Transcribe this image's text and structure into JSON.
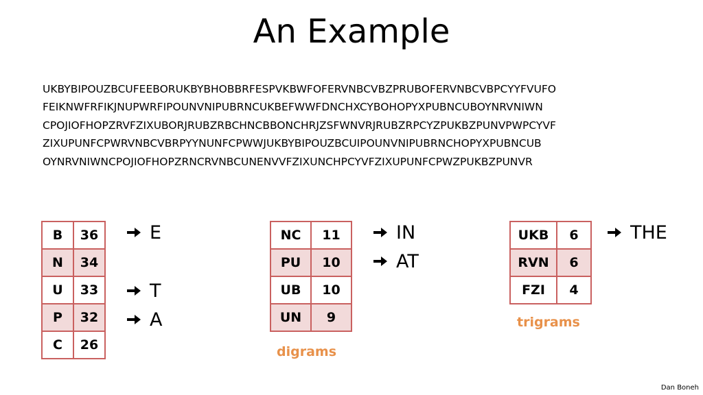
{
  "title": "An Example",
  "ciphertext_lines": [
    "UKBYBIPOUZBCUFEEBORUKBYBHOBBRFESPVKBWFOFERVNBCVBZPRUBOFERVNBCVBPCYYFVUFO",
    "FEIKNWFRFIKJNUPWRFIPOUNVNIPUBRNCUKBEFWWFDNCHXCYBOHOPYXPUBNCUBOYNRVNIWN",
    "CPOJIOFHOPZRVFZIXUBORJRUBZRBCHNCBBONCHRJZSFWNVRJRUBZRPCYZPUKBZPUNVPWPCYVF",
    "ZIXUPUNFCPWRVNBCVBRPYYNUNFCPWWJUKBYBIPOUZBCUIPOUNVNIPUBRNCHOPYXPUBNCUB",
    "OYNRVNIWNCPOJIOFHOPZRNCRVNBCUNENVVFZIXUNCHPCYVFZIXUPUNFCPWZPUKBZPUNVR"
  ],
  "single_letters": {
    "rows": [
      {
        "key": "B",
        "count": "36"
      },
      {
        "key": "N",
        "count": "34"
      },
      {
        "key": "U",
        "count": "33"
      },
      {
        "key": "P",
        "count": "32"
      },
      {
        "key": "C",
        "count": "26"
      }
    ],
    "mappings": [
      "E",
      "T",
      "A"
    ]
  },
  "digrams": {
    "caption": "digrams",
    "rows": [
      {
        "key": "NC",
        "count": "11"
      },
      {
        "key": "PU",
        "count": "10"
      },
      {
        "key": "UB",
        "count": "10"
      },
      {
        "key": "UN",
        "count": "9"
      }
    ],
    "mappings": [
      "IN",
      "AT"
    ]
  },
  "trigrams": {
    "caption": "trigrams",
    "rows": [
      {
        "key": "UKB",
        "count": "6"
      },
      {
        "key": "RVN",
        "count": "6"
      },
      {
        "key": "FZI",
        "count": "4"
      }
    ],
    "mappings": [
      "THE"
    ]
  },
  "author": "Dan Boneh",
  "colors": {
    "table_border": "#c9605f",
    "table_band": "#f2dada",
    "caption": "#e8914a"
  },
  "icons": {
    "mapping_arrow": "right-arrow-icon"
  }
}
